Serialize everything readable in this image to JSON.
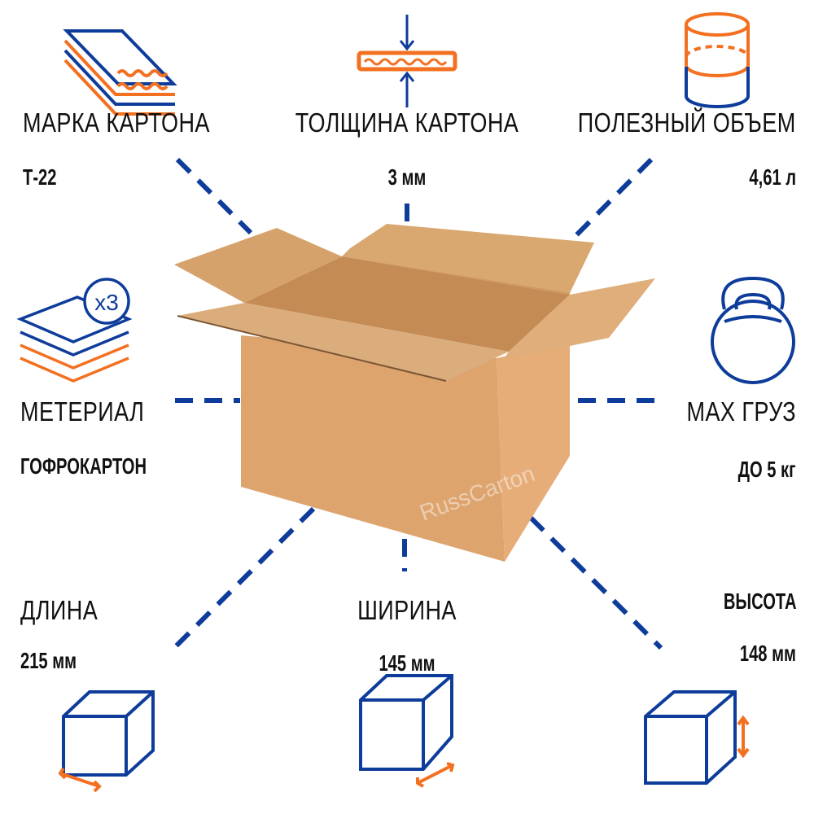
{
  "colors": {
    "blue": "#0d3c9a",
    "orange": "#f37021",
    "cardboard": "#d9a06a"
  },
  "specs": {
    "grade": {
      "label": "МАРКА КАРТОНА",
      "value": "Т-22",
      "icon": "corrugated-layers-icon"
    },
    "thickness": {
      "label": "ТОЛЩИНА КАРТОНА",
      "value": "3 мм",
      "icon": "thickness-arrows-icon"
    },
    "volume": {
      "label": "ПОЛЕЗНЫЙ ОБЪЕМ",
      "value": "4,61 л",
      "icon": "cylinder-volume-icon"
    },
    "material": {
      "label": "МЕТЕРИАЛ",
      "value": "ГОФРОКАРТОН",
      "icon": "stacked-sheets-icon",
      "badge": "x3"
    },
    "max_load": {
      "label": "MAX ГРУЗ",
      "value": "ДО 5 кг",
      "icon": "kettlebell-icon"
    },
    "length": {
      "label": "ДЛИНА",
      "value": "215 мм",
      "icon": "cube-length-icon"
    },
    "width": {
      "label": "ШИРИНА",
      "value": "145 мм",
      "icon": "cube-width-icon"
    },
    "height": {
      "label": "ВЫСОТА",
      "value": "148 мм",
      "icon": "cube-height-icon"
    }
  },
  "watermark": "RussCarton"
}
